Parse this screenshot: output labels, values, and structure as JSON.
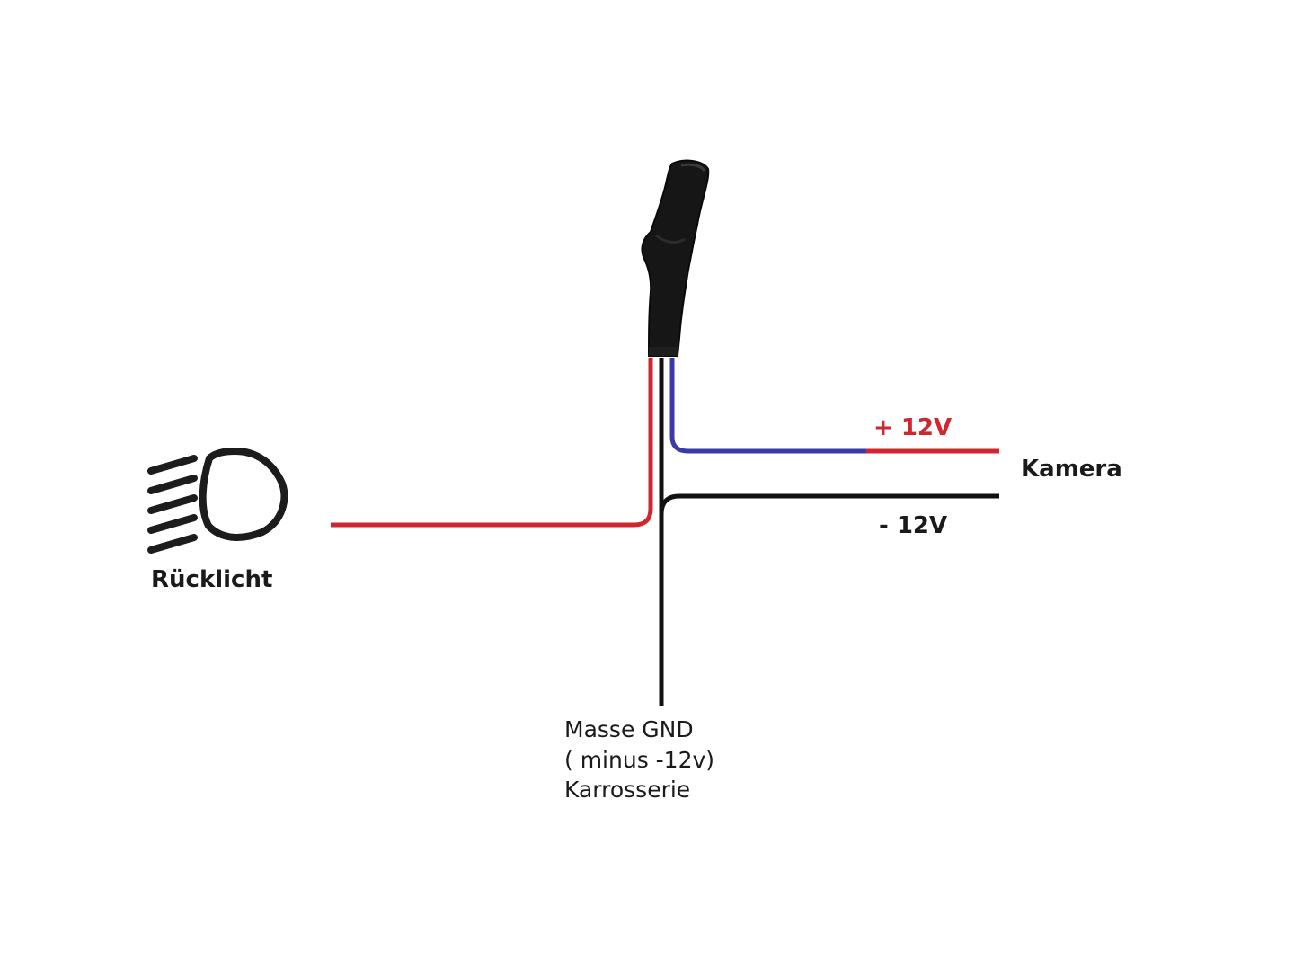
{
  "labels": {
    "light": "Rücklicht",
    "plus": "+ 12V",
    "camera": "Kamera",
    "minus": "- 12V",
    "ground_line1": "Masse GND",
    "ground_line2": "( minus -12v)",
    "ground_line3": "Karrosserie"
  },
  "icons": {
    "light": "rear-light-icon",
    "connector": "cable-connector-icon"
  },
  "colors": {
    "red_wire": "#d0262f",
    "blue_wire": "#3a3aa8",
    "black_wire": "#111111",
    "plus_label": "#d0262f",
    "text": "#1a1a1a"
  }
}
